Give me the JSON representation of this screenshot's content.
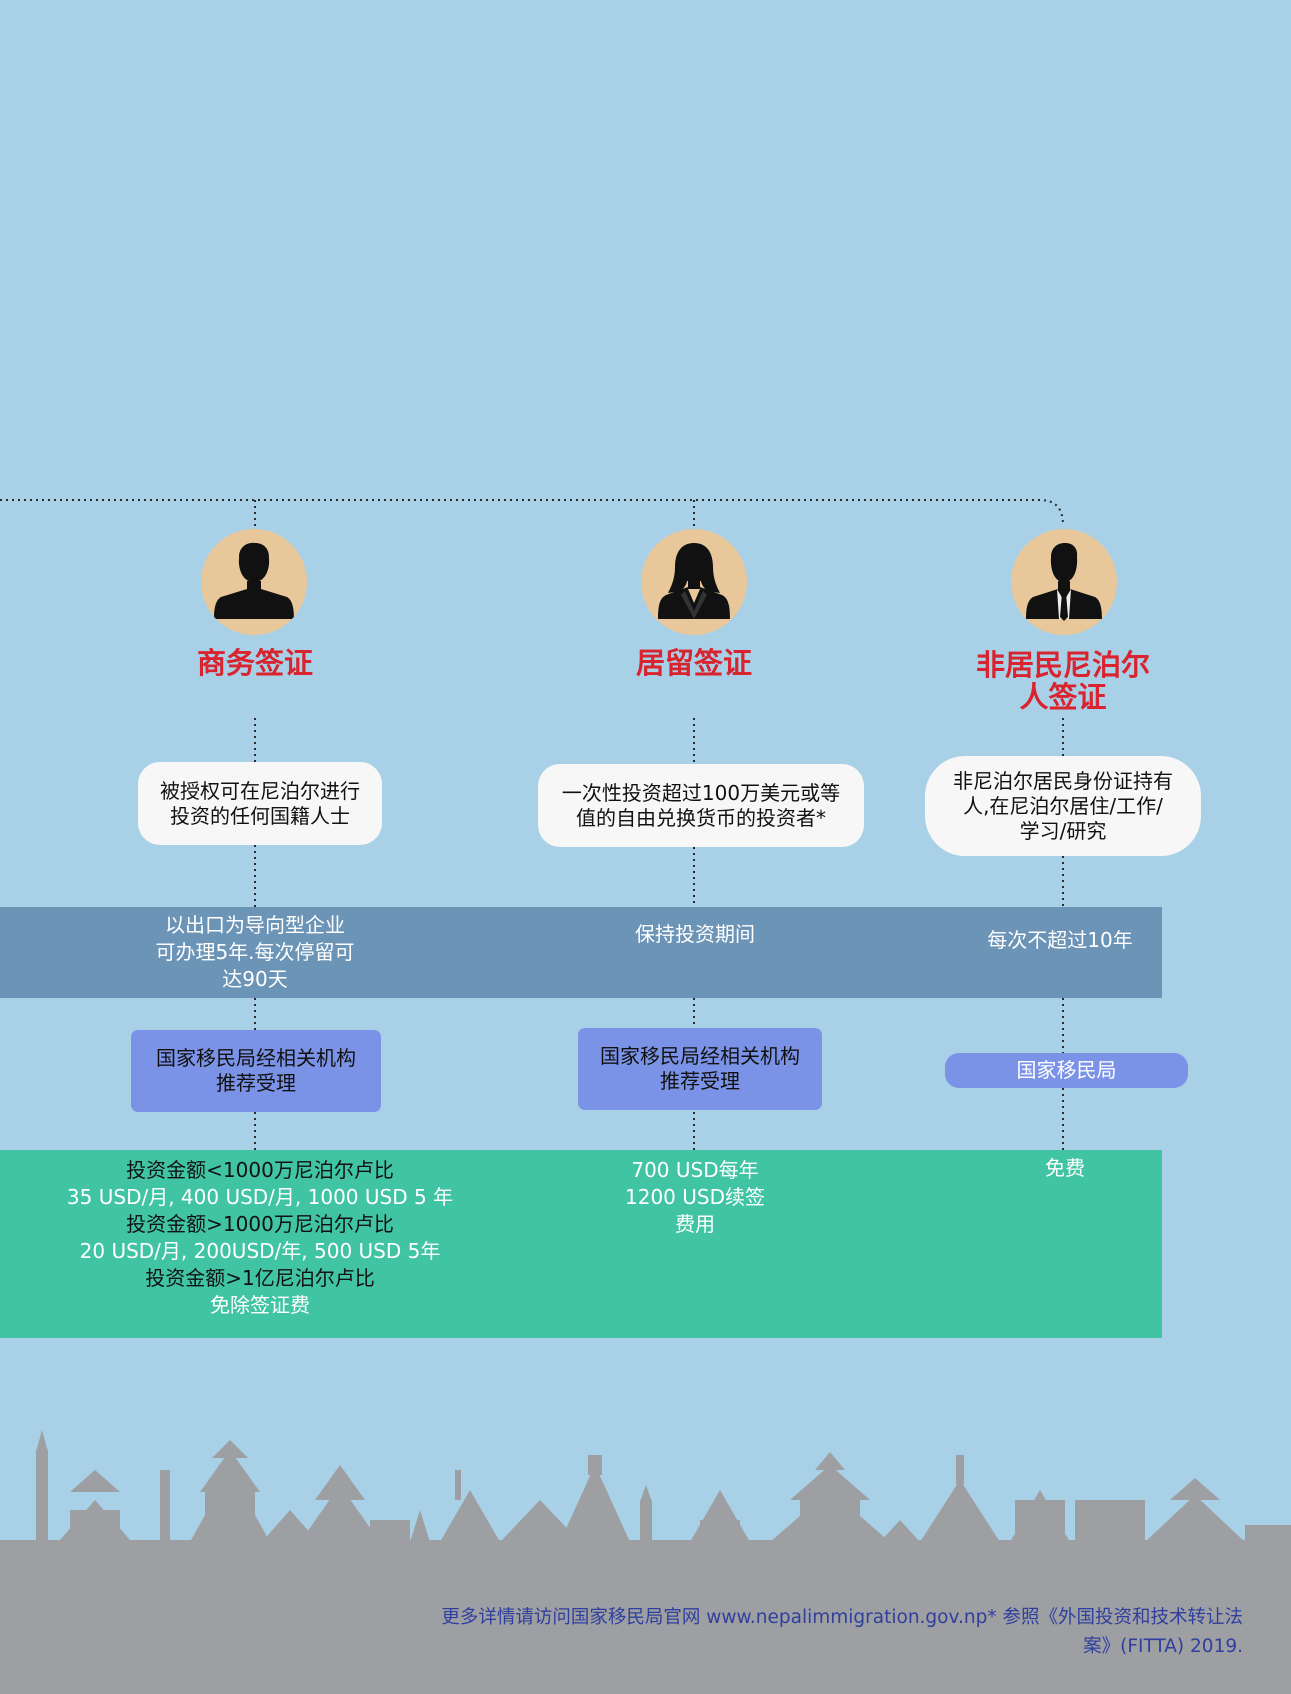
{
  "columns": [
    {
      "title_lines": [
        "商务签证"
      ],
      "description": [
        "被授权可在尼泊尔进行",
        "投资的任何国籍人士"
      ],
      "duration": [
        "以出口为导向型企业",
        "可办理5年.每次停留可",
        "达90天"
      ],
      "agency": [
        "国家移民局经相关机构",
        "推荐受理"
      ],
      "fee": [
        {
          "text": "投资金额<1000万尼泊尔卢比",
          "color": "#111111"
        },
        {
          "text": "35 USD/月, 400 USD/月, 1000 USD  5 年",
          "color": "#ffffff"
        },
        {
          "text": "投资金额>1000万尼泊尔卢比",
          "color": "#111111"
        },
        {
          "text": "20 USD/月, 200USD/年, 500 USD 5年",
          "color": "#ffffff"
        },
        {
          "text": "投资金额>1亿尼泊尔卢比",
          "color": "#111111"
        },
        {
          "text": "免除签证费",
          "color": "#ffffff"
        }
      ]
    },
    {
      "title_lines": [
        "居留签证"
      ],
      "description": [
        "一次性投资超过100万美元或等",
        "值的自由兑换货币的投资者*"
      ],
      "duration": [
        "保持投资期间"
      ],
      "agency": [
        "国家移民局经相关机构",
        "推荐受理"
      ],
      "fee": [
        {
          "text": "700 USD每年",
          "color": "#ffffff"
        },
        {
          "text": "1200 USD续签",
          "color": "#ffffff"
        },
        {
          "text": "费用",
          "color": "#ffffff"
        }
      ]
    },
    {
      "title_lines": [
        "非居民尼泊尔",
        "人签证"
      ],
      "description": [
        "非尼泊尔居民身份证持有",
        "人,在尼泊尔居住/工作/",
        "学习/研究"
      ],
      "duration": [
        "每次不超过10年"
      ],
      "agency": [
        "国家移民局"
      ],
      "fee": [
        {
          "text": "免费",
          "color": "#ffffff"
        }
      ]
    }
  ],
  "footer": {
    "line1": "更多详情请访问国家移民局官网 www.nepalimmigration.gov.np* 参照《外国投资和技术转让法",
    "line2": "案》(FITTA) 2019."
  },
  "icons": [
    "businessman-silhouette-icon",
    "businesswoman-silhouette-icon",
    "man-in-suit-silhouette-icon"
  ],
  "colors": {
    "background": "#a8d0e6",
    "title_red": "#d9232e",
    "duration_band": "#6b94b7",
    "fee_band": "#41c4a3",
    "agency_box": "#7b93e6",
    "avatar_bg": "#e8c89b",
    "skyline": "#9e9fa3",
    "footer_text": "#2f3f9e"
  }
}
